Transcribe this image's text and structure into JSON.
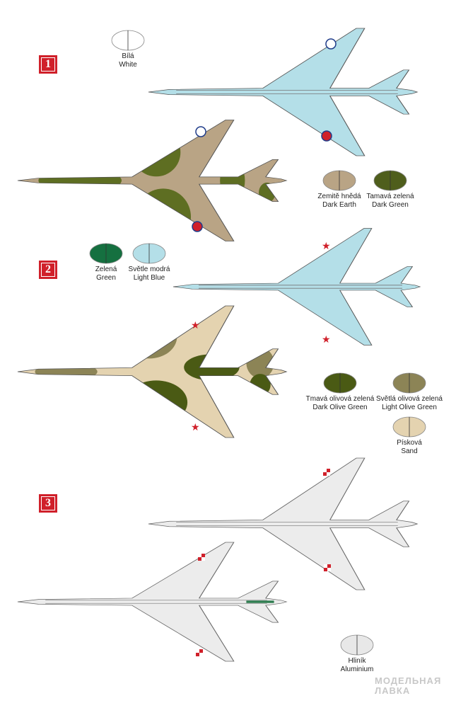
{
  "schemes": [
    {
      "number": "1"
    },
    {
      "number": "2"
    },
    {
      "number": "3"
    }
  ],
  "swatches": [
    {
      "cz": "Bílá",
      "en": "White",
      "color": "#ffffff"
    },
    {
      "cz": "Zemitě hnědá",
      "en": "Dark Earth",
      "color": "#b9a485"
    },
    {
      "cz": "Tamavá zelená",
      "en": "Dark Green",
      "color": "#4f5e1c"
    },
    {
      "cz": "Zelená",
      "en": "Green",
      "color": "#157040"
    },
    {
      "cz": "Světle modrá",
      "en": "Light Blue",
      "color": "#b4dfe8"
    },
    {
      "cz": "Tmavá olivová zelená",
      "en": "Dark Olive Green",
      "color": "#4a5a14"
    },
    {
      "cz": "Světlá olivová zelená",
      "en": "Light Olive Green",
      "color": "#8c8456"
    },
    {
      "cz": "Písková",
      "en": "Sand",
      "color": "#e4d3b0"
    },
    {
      "cz": "Hliník",
      "en": "Aluminium",
      "color": "#e8e8e8"
    }
  ],
  "watermark": {
    "line1": "МОДЕЛЬНАЯ",
    "line2": "ЛАВКА"
  }
}
